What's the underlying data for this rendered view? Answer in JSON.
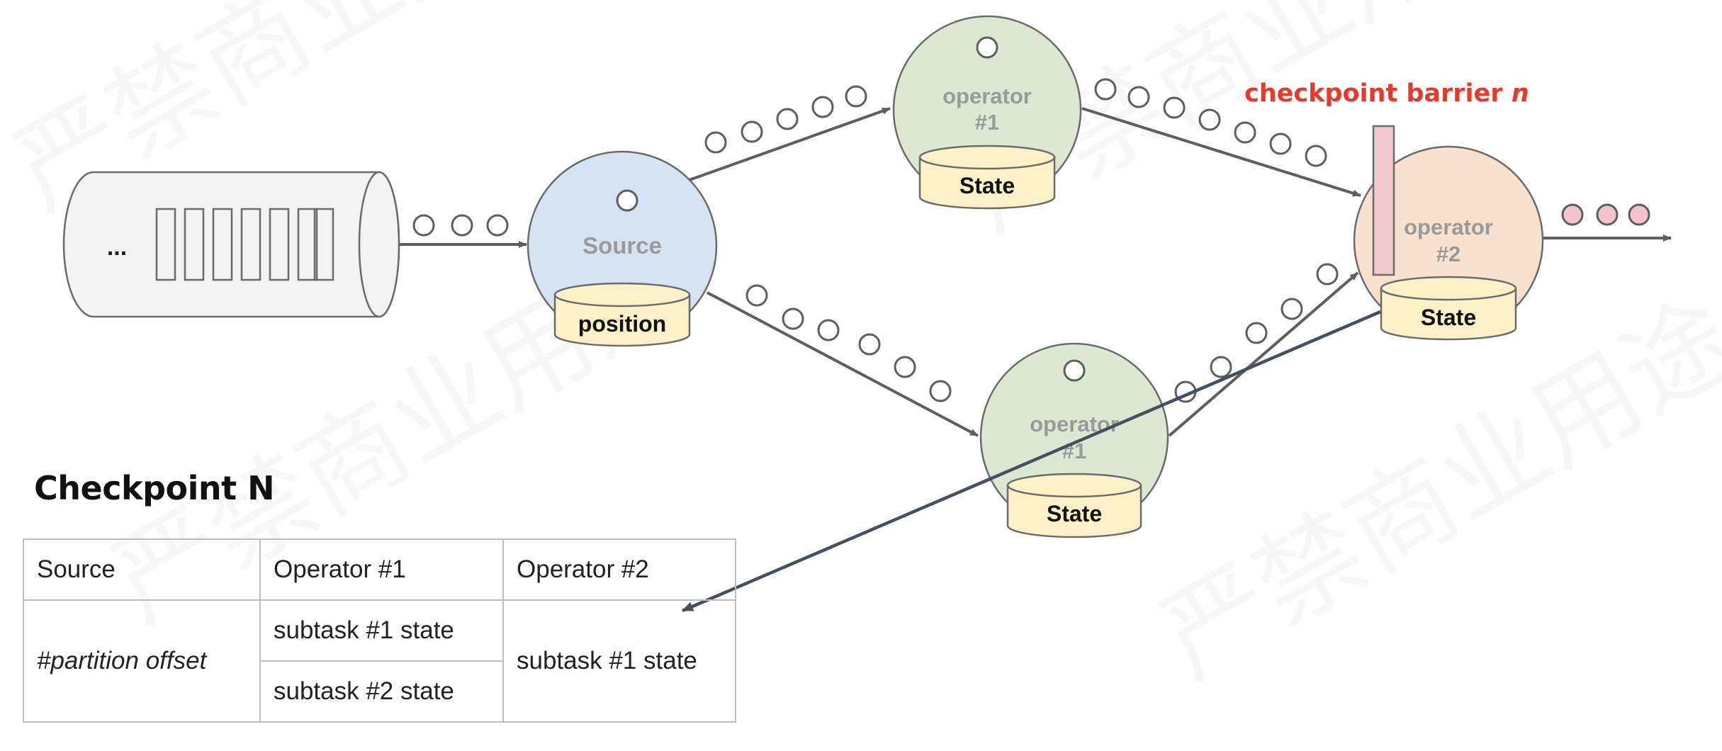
{
  "diagram": {
    "queue_label": "...",
    "source": {
      "name": "Source",
      "state_label": "position"
    },
    "operator1_top": {
      "name_line1": "operator",
      "name_line2": "#1",
      "state_label": "State"
    },
    "operator1_bottom": {
      "name_line1": "operator",
      "name_line2": "#1",
      "state_label": "State"
    },
    "operator2": {
      "name_line1": "operator",
      "name_line2": "#2",
      "state_label": "State"
    },
    "barrier_label_prefix": "checkpoint barrier ",
    "barrier_label_var": "n",
    "colors": {
      "source_fill": "#d6e3f2",
      "operator1_fill": "#dde8d3",
      "operator2_fill": "#f8e2cf",
      "state_fill": "#fdf1c7",
      "barrier_fill": "#f2c9cf",
      "barrier_text": "#e8392d",
      "pink_record": "#f3c4ce",
      "arrow": "#5e5e5e",
      "long_arrow": "#44505f"
    }
  },
  "checkpoint": {
    "title": "Checkpoint N",
    "headers": [
      "Source",
      "Operator #1",
      "Operator #2"
    ],
    "source_value": "#partition offset",
    "op1_rows": [
      "subtask #1 state",
      "subtask #2 state"
    ],
    "op2_value": "subtask #1 state"
  },
  "watermark": "严禁商业用途"
}
